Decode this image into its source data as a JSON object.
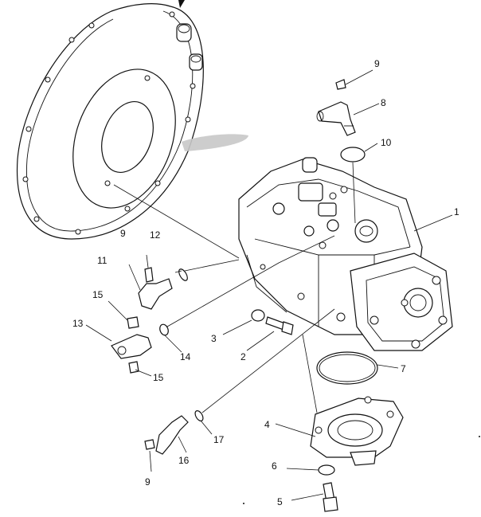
{
  "callouts": [
    {
      "id": "c1",
      "label": "1"
    },
    {
      "id": "c2",
      "label": "2"
    },
    {
      "id": "c3",
      "label": "3"
    },
    {
      "id": "c4",
      "label": "4"
    },
    {
      "id": "c5",
      "label": "5"
    },
    {
      "id": "c6",
      "label": "6"
    },
    {
      "id": "c7",
      "label": "7"
    },
    {
      "id": "c8",
      "label": "8"
    },
    {
      "id": "c9a",
      "label": "9"
    },
    {
      "id": "c9b",
      "label": "9"
    },
    {
      "id": "c9c",
      "label": "9"
    },
    {
      "id": "c10",
      "label": "10"
    },
    {
      "id": "c11",
      "label": "11"
    },
    {
      "id": "c12",
      "label": "12"
    },
    {
      "id": "c13",
      "label": "13"
    },
    {
      "id": "c14",
      "label": "14"
    },
    {
      "id": "c15a",
      "label": "15"
    },
    {
      "id": "c15b",
      "label": "15"
    },
    {
      "id": "c16",
      "label": "16"
    },
    {
      "id": "c17",
      "label": "17"
    }
  ],
  "colors": {
    "line": "#111111",
    "background": "#ffffff",
    "smudge": "#c8c8c8"
  }
}
